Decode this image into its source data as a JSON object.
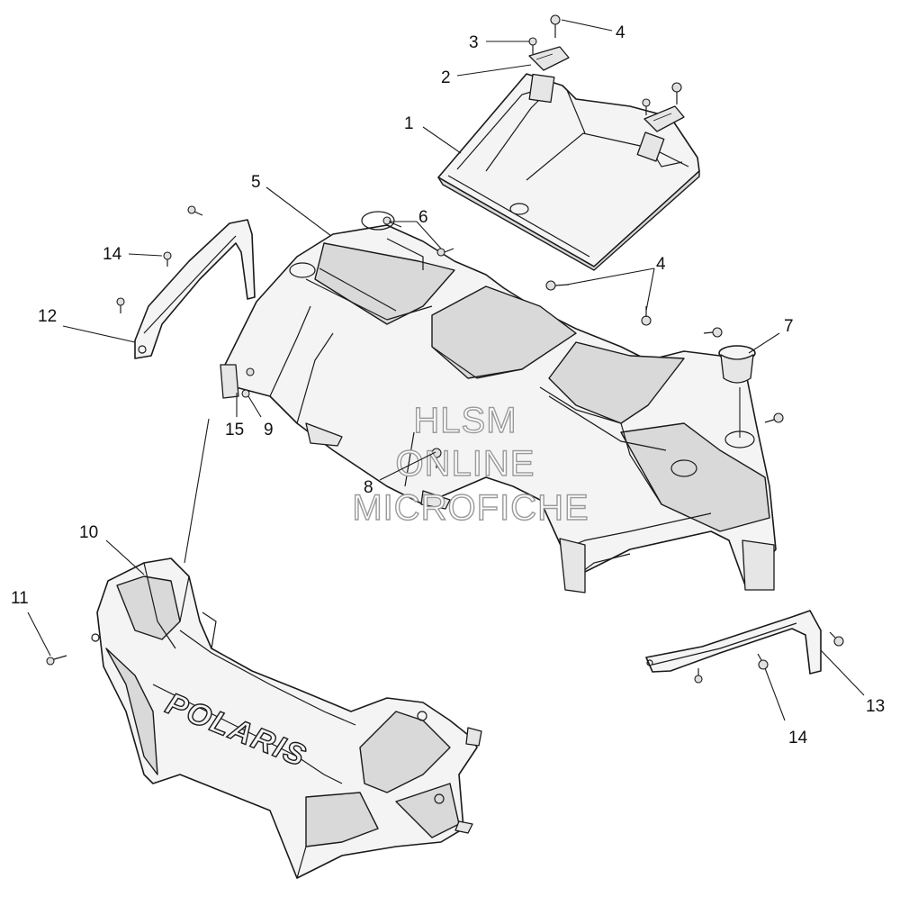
{
  "diagram": {
    "callouts": [
      {
        "id": "c1",
        "label": "1"
      },
      {
        "id": "c2",
        "label": "2"
      },
      {
        "id": "c3",
        "label": "3"
      },
      {
        "id": "c4a",
        "label": "4"
      },
      {
        "id": "c4b",
        "label": "4"
      },
      {
        "id": "c5",
        "label": "5"
      },
      {
        "id": "c6",
        "label": "6"
      },
      {
        "id": "c7",
        "label": "7"
      },
      {
        "id": "c8",
        "label": "8"
      },
      {
        "id": "c9",
        "label": "9"
      },
      {
        "id": "c10",
        "label": "10"
      },
      {
        "id": "c11",
        "label": "11"
      },
      {
        "id": "c12",
        "label": "12"
      },
      {
        "id": "c13",
        "label": "13"
      },
      {
        "id": "c14a",
        "label": "14"
      },
      {
        "id": "c14b",
        "label": "14"
      },
      {
        "id": "c15",
        "label": "15"
      }
    ],
    "watermark": {
      "line1": "HLSM",
      "line2": "ONLINE",
      "line3": "MICROFICHE"
    },
    "brand_logo": "POLARIS"
  }
}
